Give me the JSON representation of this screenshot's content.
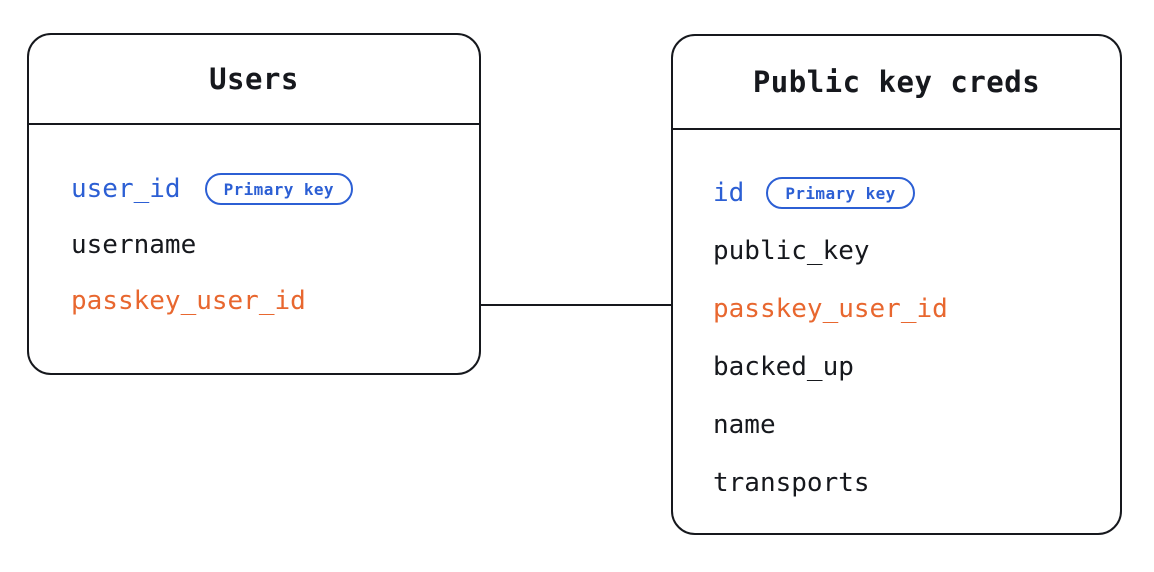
{
  "diagram": {
    "type": "entity-relationship",
    "background_color": "#ffffff",
    "colors": {
      "border": "#16181d",
      "text": "#16181d",
      "primary_key": "#2c5fd4",
      "foreign_key": "#e8672f",
      "badge_border": "#2c5fd4"
    },
    "entities": [
      {
        "id": "users",
        "title": "Users",
        "fields": [
          {
            "name": "user_id",
            "role": "primary",
            "badge": "Primary key"
          },
          {
            "name": "username",
            "role": "plain",
            "badge": null
          },
          {
            "name": "passkey_user_id",
            "role": "foreign",
            "badge": null
          }
        ]
      },
      {
        "id": "public_key_creds",
        "title": "Public key creds",
        "fields": [
          {
            "name": "id",
            "role": "primary",
            "badge": "Primary key"
          },
          {
            "name": "public_key",
            "role": "plain",
            "badge": null
          },
          {
            "name": "passkey_user_id",
            "role": "foreign",
            "badge": null
          },
          {
            "name": "backed_up",
            "role": "plain",
            "badge": null
          },
          {
            "name": "name",
            "role": "plain",
            "badge": null
          },
          {
            "name": "transports",
            "role": "plain",
            "badge": null
          }
        ]
      }
    ],
    "relationships": [
      {
        "from_entity": "users",
        "from_field": "passkey_user_id",
        "to_entity": "public_key_creds",
        "to_field": "passkey_user_id",
        "label": ""
      }
    ]
  }
}
